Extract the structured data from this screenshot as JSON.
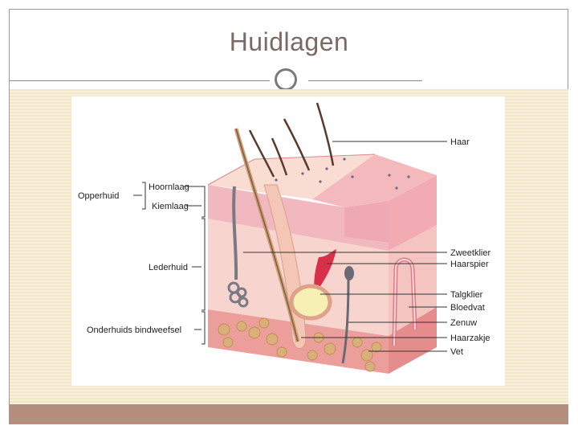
{
  "slide": {
    "title": "Huidlagen"
  },
  "diagram": {
    "left_labels": {
      "opperhuid": "Opperhuid",
      "hoornlaag": "Hoornlaag",
      "kiemlaag": "Kiemlaag",
      "lederhuid": "Lederhuid",
      "onderhuids": "Onderhuids bindweefsel"
    },
    "right_labels": {
      "haar": "Haar",
      "zweetklier": "Zweetklier",
      "haarspier": "Haarspier",
      "talgklier": "Talgklier",
      "bloedvat": "Bloedvat",
      "zenuw": "Zenuw",
      "haarzakje": "Haarzakje",
      "vet": "Vet"
    },
    "colors": {
      "epidermis_top": "#f8d9cc",
      "epidermis_side": "#f2b8c0",
      "dermis": "#f7d2cc",
      "subcutis": "#ec9f9a",
      "fat": "#d9b07a",
      "gland": "#f7f0b5",
      "muscle": "#d9304a",
      "hair": "#5a3a2a",
      "nerve": "#6a6a72"
    }
  }
}
